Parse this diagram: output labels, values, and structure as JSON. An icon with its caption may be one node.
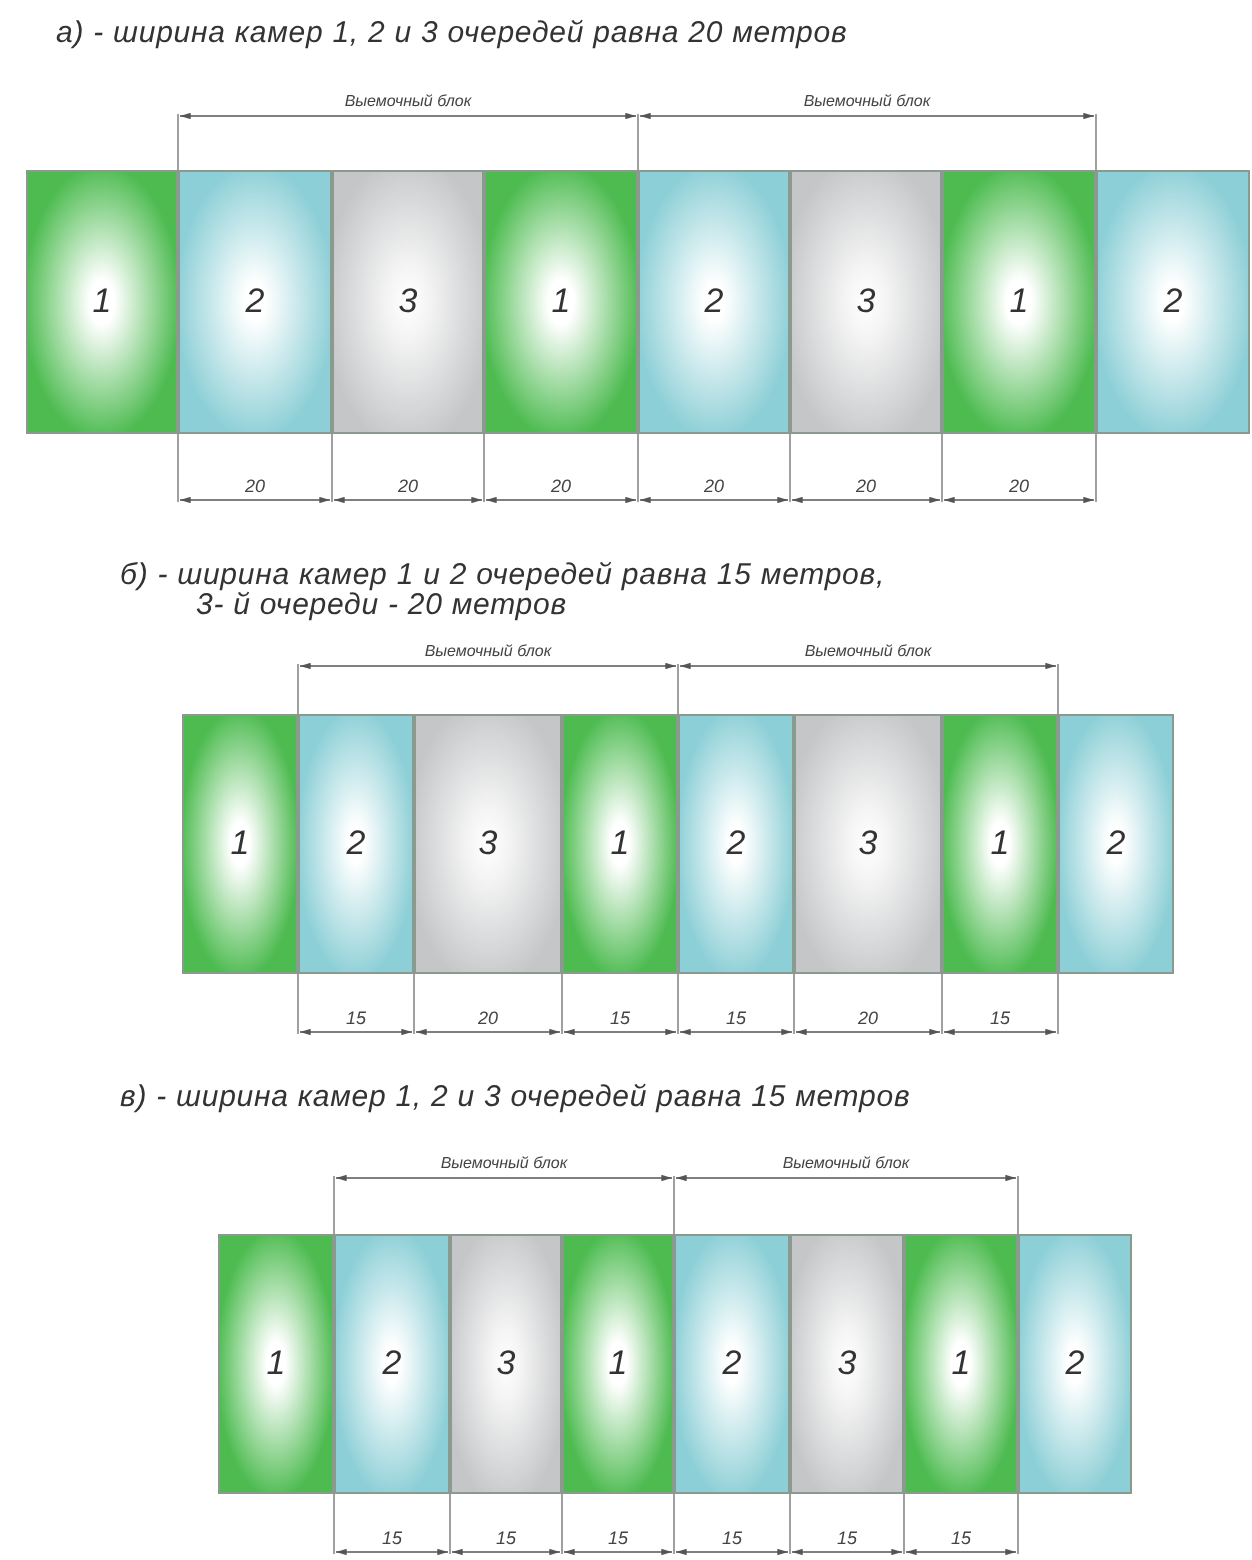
{
  "diagram": {
    "nodes": [
      {
        "text": [
          "1"
        ]
      },
      {
        "text": [
          "2"
        ]
      },
      {
        "text": [
          "3"
        ]
      },
      {
        "text": [
          "1"
        ]
      },
      {
        "text": [
          "2"
        ]
      },
      {
        "text": [
          "3"
        ]
      },
      {
        "text": [
          "1"
        ]
      },
      {
        "text": [
          "2"
        ]
      },
      {
        "text": [
          "1"
        ]
      },
      {
        "text": [
          "2"
        ]
      },
      {
        "text": [
          "3"
        ]
      },
      {
        "text": [
          "1"
        ]
      },
      {
        "text": [
          "2"
        ]
      },
      {
        "text": [
          "3"
        ]
      },
      {
        "text": [
          "1"
        ]
      },
      {
        "text": [
          "2"
        ]
      },
      {
        "text": [
          "1"
        ]
      },
      {
        "text": [
          "2"
        ]
      },
      {
        "text": [
          "3"
        ]
      },
      {
        "text": [
          "1"
        ]
      },
      {
        "text": [
          "2"
        ]
      },
      {
        "text": [
          "3"
        ]
      },
      {
        "text": [
          "1"
        ]
      },
      {
        "text": [
          "2"
        ]
      }
    ],
    "labels": [
      "а) - ширина камер 1, 2 и 3 очередей равна 20 метров",
      "Выемочный блок",
      "Выемочный блок",
      "20",
      "20",
      "20",
      "20",
      "20",
      "20",
      "б) - ширина камер 1 и 2 очередей равна 15 метров,",
      "3- й очереди - 20 метров",
      "Выемочный блок",
      "Выемочный блок",
      "15",
      "20",
      "15",
      "15",
      "20",
      "15",
      "в) - ширина камер 1, 2 и 3 очередей равна 15 метров",
      "Выемочный блок",
      "Выемочный блок",
      "15",
      "15",
      "15",
      "15",
      "15",
      "15"
    ]
  }
}
